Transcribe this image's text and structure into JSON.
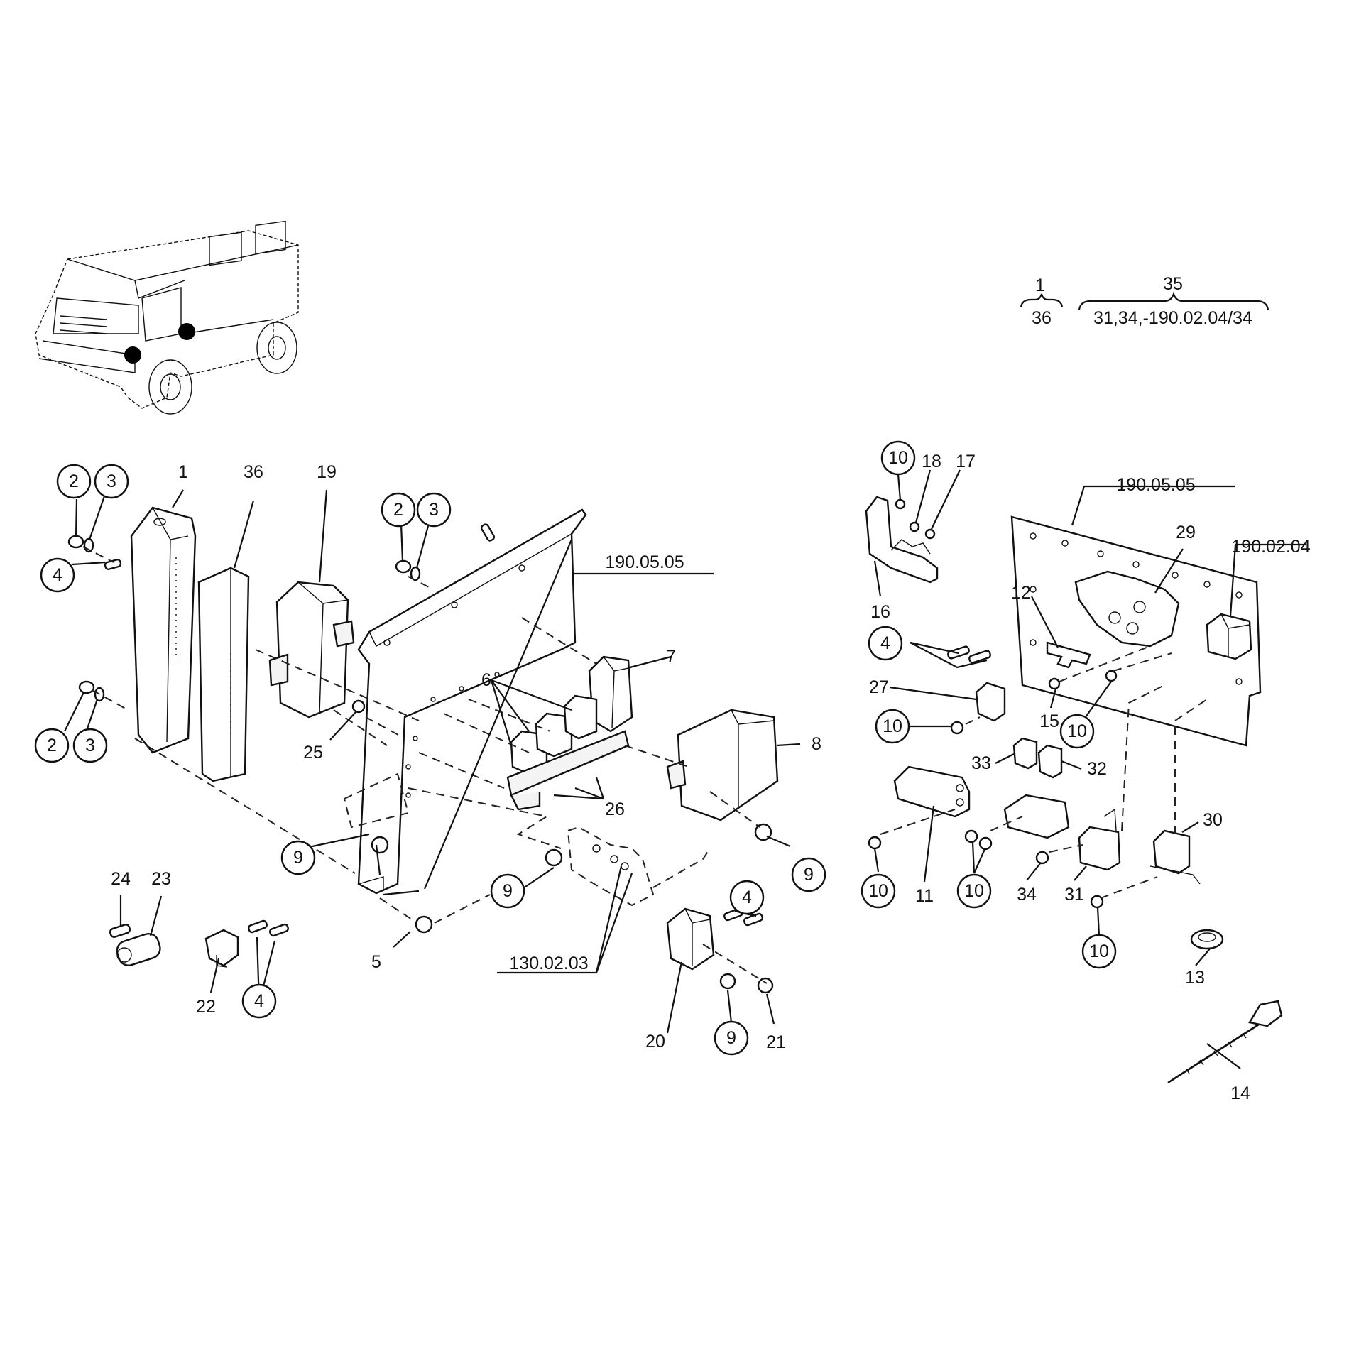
{
  "callouts": {
    "c1": "1",
    "c2a": "2",
    "c3a": "3",
    "c4a": "4",
    "c2b": "2",
    "c3b": "3",
    "c36": "36",
    "c19": "19",
    "c2c": "2",
    "c3c": "3",
    "c25": "25",
    "c6": "6",
    "c7": "7",
    "c8": "8",
    "c26": "26",
    "c9a": "9",
    "c9b": "9",
    "c9c": "9",
    "c9d": "9",
    "c5": "5",
    "c24": "24",
    "c23": "23",
    "c22": "22",
    "c4b": "4",
    "c13002": "130.02.03",
    "c4c": "4",
    "c20": "20",
    "c21": "21",
    "c19005a": "190.05.05",
    "c10a": "10",
    "c18": "18",
    "c17": "17",
    "c16": "16",
    "c4d": "4",
    "c12": "12",
    "c19005b": "190.05.05",
    "c29": "29",
    "c19002": "190.02.04",
    "c27": "27",
    "c10b": "10",
    "c15": "15",
    "c10c": "10",
    "c33": "33",
    "c32": "32",
    "c11": "11",
    "c10d": "10",
    "c10e": "10",
    "c34": "34",
    "c31": "31",
    "c30": "30",
    "c10f": "10",
    "c13": "13",
    "c14": "14"
  },
  "assembly_key": {
    "left_top": "1",
    "left_bottom": "36",
    "right_top": "35",
    "right_bottom": "31,34,-190.02.04/34"
  },
  "icons": [
    "vehicle-locator-icon",
    "location-marker-icon"
  ]
}
